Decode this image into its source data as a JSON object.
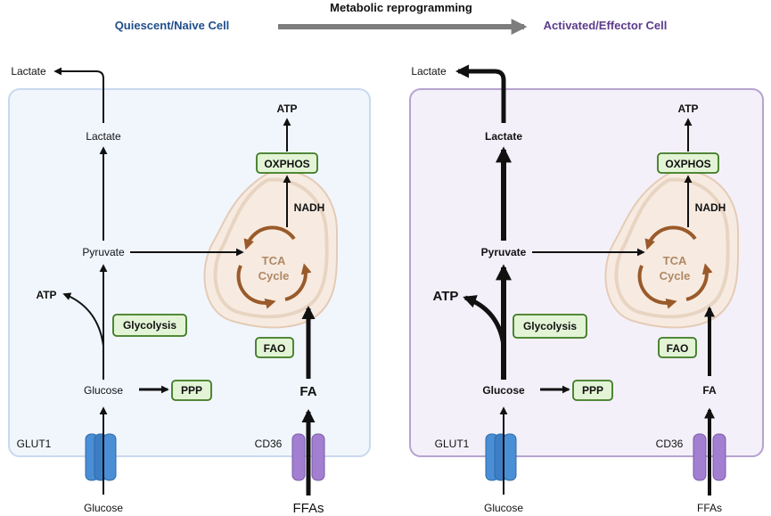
{
  "header": {
    "left_title": "Quiescent/Naive Cell",
    "center_label": "Metabolic reprogramming",
    "right_title": "Activated/Effector Cell"
  },
  "colors": {
    "naive_title": "#1f4e8c",
    "effector_title": "#5b3b8c",
    "naive_cell_fill": "#f1f6fd",
    "naive_cell_border": "#c9d9ee",
    "effector_cell_fill": "#f4f0f9",
    "effector_cell_border": "#b7a3cf",
    "arrow": "#111111",
    "reprogramming_arrow": "#7d7d7d",
    "enzyme_box_fill": "#e3f4d6",
    "enzyme_box_border": "#3b7a1f",
    "mitochondria_fill": "#f7ebe1",
    "tca_arrow": "#9a5a2a",
    "glut1": "#4a8fd6",
    "cd36": "#a37fd1"
  },
  "naive": {
    "lactate_out": "Lactate",
    "lactate": "Lactate",
    "pyruvate": "Pyruvate",
    "atp_left": "ATP",
    "glycolysis": "Glycolysis",
    "glucose": "Glucose",
    "ppp": "PPP",
    "atp_top": "ATP",
    "oxphos": "OXPHOS",
    "nadh": "NADH",
    "tca_line1": "TCA",
    "tca_line2": "Cycle",
    "fao": "FAO",
    "fa": "FA",
    "glut1": "GLUT1",
    "cd36": "CD36",
    "glucose_ext": "Glucose",
    "ffas_ext": "FFAs"
  },
  "effector": {
    "lactate_out": "Lactate",
    "lactate": "Lactate",
    "pyruvate": "Pyruvate",
    "atp_left": "ATP",
    "glycolysis": "Glycolysis",
    "glucose": "Glucose",
    "ppp": "PPP",
    "atp_top": "ATP",
    "oxphos": "OXPHOS",
    "nadh": "NADH",
    "tca_line1": "TCA",
    "tca_line2": "Cycle",
    "fao": "FAO",
    "fa": "FA",
    "glut1": "GLUT1",
    "cd36": "CD36",
    "glucose_ext": "Glucose",
    "ffas_ext": "FFAs"
  }
}
